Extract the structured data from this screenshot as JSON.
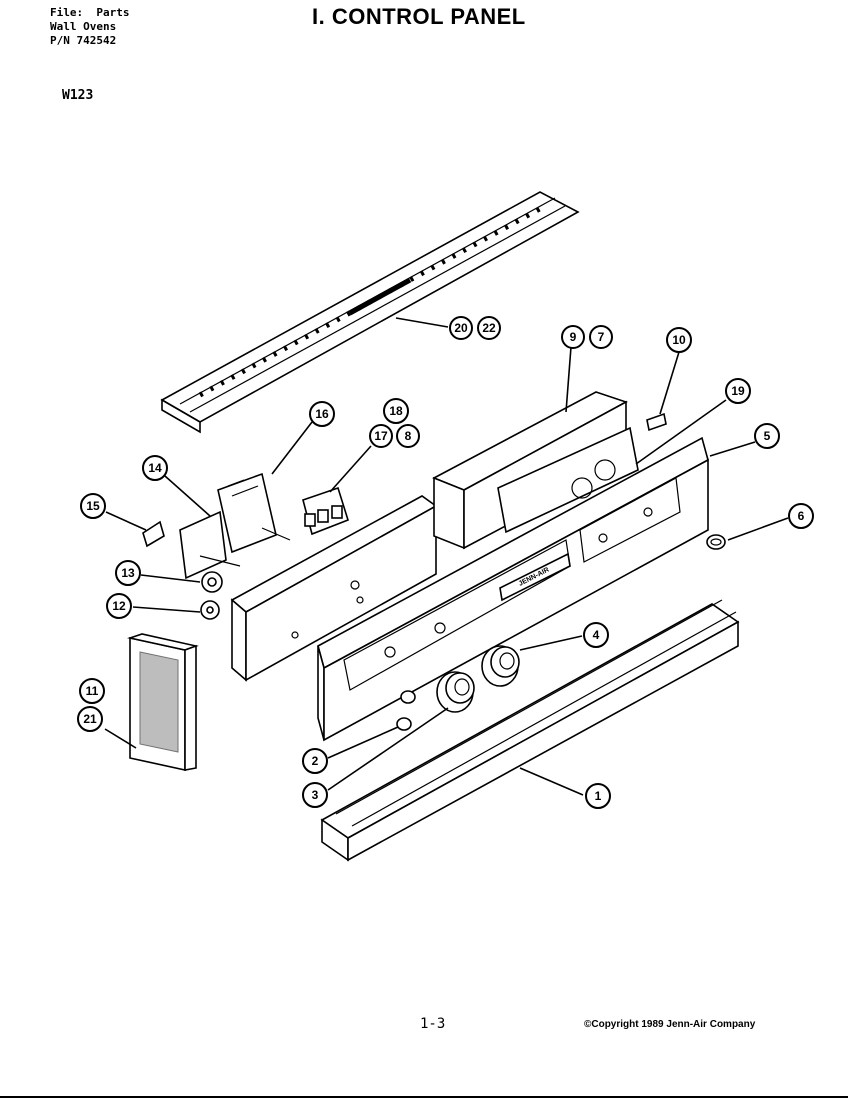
{
  "header": {
    "file_line": "File:  Parts",
    "product_line": "Wall Ovens",
    "part_number_line": "P/N 742542",
    "model": "W123"
  },
  "title": "I. CONTROL PANEL",
  "callouts": [
    {
      "id": "c20",
      "label": "20"
    },
    {
      "id": "c22",
      "label": "22"
    },
    {
      "id": "c9",
      "label": "9"
    },
    {
      "id": "c7",
      "label": "7"
    },
    {
      "id": "c10",
      "label": "10"
    },
    {
      "id": "c16",
      "label": "16"
    },
    {
      "id": "c18",
      "label": "18"
    },
    {
      "id": "c17",
      "label": "17"
    },
    {
      "id": "c8",
      "label": "8"
    },
    {
      "id": "c19",
      "label": "19"
    },
    {
      "id": "c14",
      "label": "14"
    },
    {
      "id": "c5",
      "label": "5"
    },
    {
      "id": "c15",
      "label": "15"
    },
    {
      "id": "c6",
      "label": "6"
    },
    {
      "id": "c13",
      "label": "13"
    },
    {
      "id": "c12",
      "label": "12"
    },
    {
      "id": "c4",
      "label": "4"
    },
    {
      "id": "c11",
      "label": "11"
    },
    {
      "id": "c21",
      "label": "21"
    },
    {
      "id": "c2",
      "label": "2"
    },
    {
      "id": "c3",
      "label": "3"
    },
    {
      "id": "c1",
      "label": "1"
    }
  ],
  "brand_badge": "JENN-AIR",
  "footer": {
    "page": "1-3",
    "copyright": "©Copyright 1989 Jenn-Air Company"
  }
}
